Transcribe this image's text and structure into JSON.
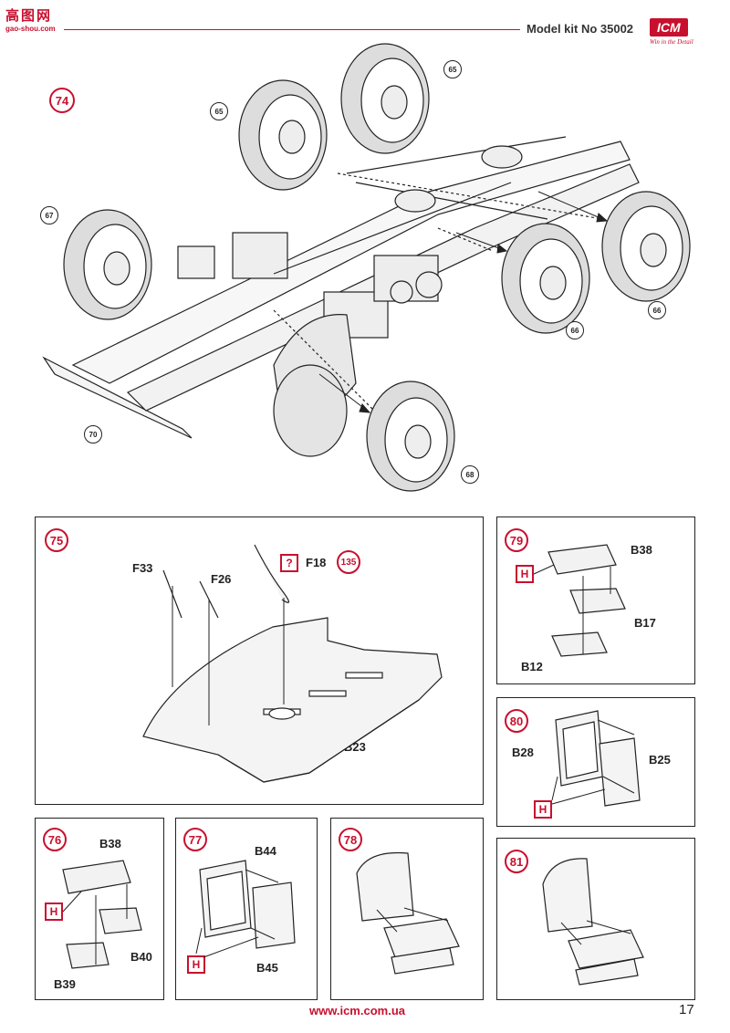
{
  "header": {
    "watermark_title": "高图网",
    "watermark_sub": "gao-shou.com",
    "model_kit": "Model kit No 35002",
    "logo_text": "ICM",
    "logo_tagline": "Win in the Detail"
  },
  "step74": {
    "number": "74",
    "parts": [
      "65",
      "65",
      "67",
      "66",
      "66",
      "70",
      "68"
    ]
  },
  "step75": {
    "number": "75",
    "labels": [
      "F33",
      "F26",
      "F18",
      "B23"
    ],
    "unknown": "?",
    "ref": "135"
  },
  "step79": {
    "number": "79",
    "labels": [
      "B38",
      "B17",
      "B12"
    ],
    "h": "H"
  },
  "step80": {
    "number": "80",
    "labels": [
      "B28",
      "B25"
    ],
    "h": "H"
  },
  "step76": {
    "number": "76",
    "labels": [
      "B38",
      "B40",
      "B39"
    ],
    "h": "H"
  },
  "step77": {
    "number": "77",
    "labels": [
      "B44",
      "B45"
    ],
    "h": "H"
  },
  "step78": {
    "number": "78"
  },
  "step81": {
    "number": "81"
  },
  "footer": {
    "url": "www.icm.com.ua",
    "page": "17"
  }
}
